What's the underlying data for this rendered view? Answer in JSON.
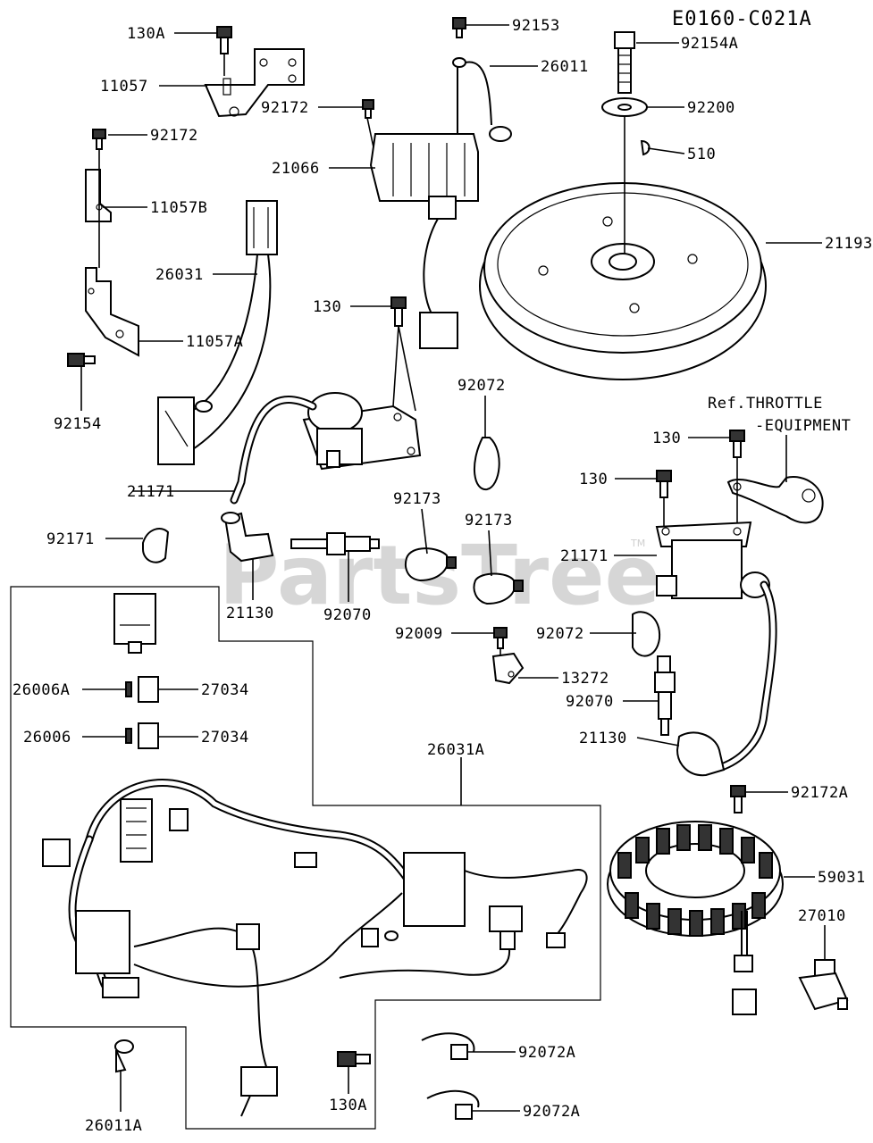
{
  "diagram_code": "E0160-C021A",
  "watermark": "PartsTree",
  "watermark_tm": "TM",
  "labels": {
    "l_130A_top": "130A",
    "l_11057": "11057",
    "l_92172_a": "92172",
    "l_11057B": "11057B",
    "l_26031": "26031",
    "l_11057A": "11057A",
    "l_92154": "92154",
    "l_92153": "92153",
    "l_26011": "26011",
    "l_92172_b": "92172",
    "l_21066": "21066",
    "l_130_a": "130",
    "l_92154A": "92154A",
    "l_92200": "92200",
    "l_510": "510",
    "l_21193": "21193",
    "l_92072_a": "92072",
    "l_ref_throttle": "Ref.THROTTLE",
    "l_equipment": "-EQUIPMENT",
    "l_130_b": "130",
    "l_130_c": "130",
    "l_21171_a": "21171",
    "l_92173_a": "92173",
    "l_92173_b": "92173",
    "l_92171": "92171",
    "l_21171_b": "21171",
    "l_21130_a": "21130",
    "l_92070_a": "92070",
    "l_92009": "92009",
    "l_92072_b": "92072",
    "l_13272": "13272",
    "l_92070_b": "92070",
    "l_21130_b": "21130",
    "l_26006A": "26006A",
    "l_27034_a": "27034",
    "l_26006": "26006",
    "l_27034_b": "27034",
    "l_26031A": "26031A",
    "l_92172A": "92172A",
    "l_59031": "59031",
    "l_27010": "27010",
    "l_92072A_a": "92072A",
    "l_26011A": "26011A",
    "l_130A_bottom": "130A",
    "l_92072A_b": "92072A"
  }
}
